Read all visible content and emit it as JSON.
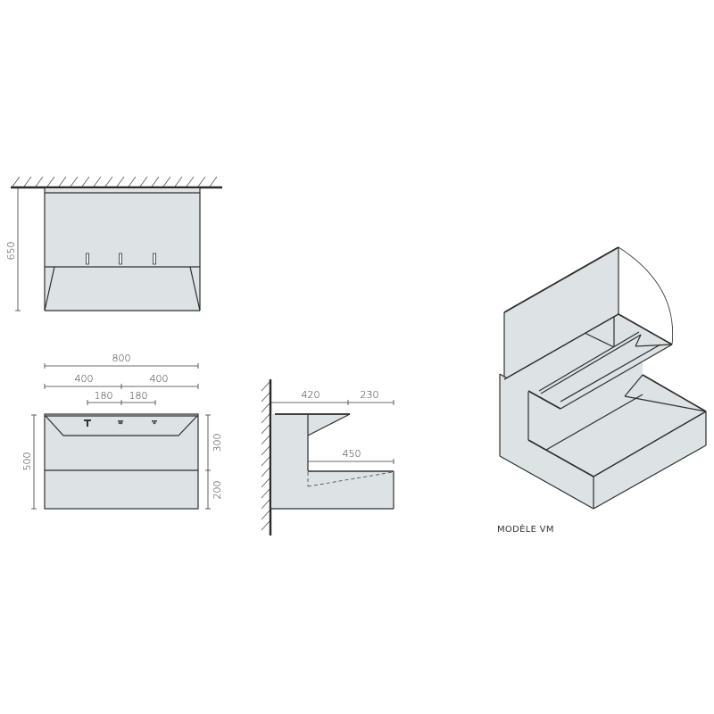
{
  "drawing": {
    "caption": "MODÈLE VM",
    "fill_color": "#dde2e5",
    "line_color": "#2f2f2f"
  },
  "front_top_view": {
    "height_label": "650"
  },
  "front_view": {
    "total_width_label": "800",
    "half_left_label": "400",
    "half_right_label": "400",
    "tap_left_label": "180",
    "tap_right_label": "180",
    "total_height_label": "500",
    "upper_height_label": "300",
    "lower_height_label": "200"
  },
  "side_view": {
    "shelf_depth_label": "420",
    "shelf_overhang_label": "230",
    "basin_depth_label": "450"
  }
}
